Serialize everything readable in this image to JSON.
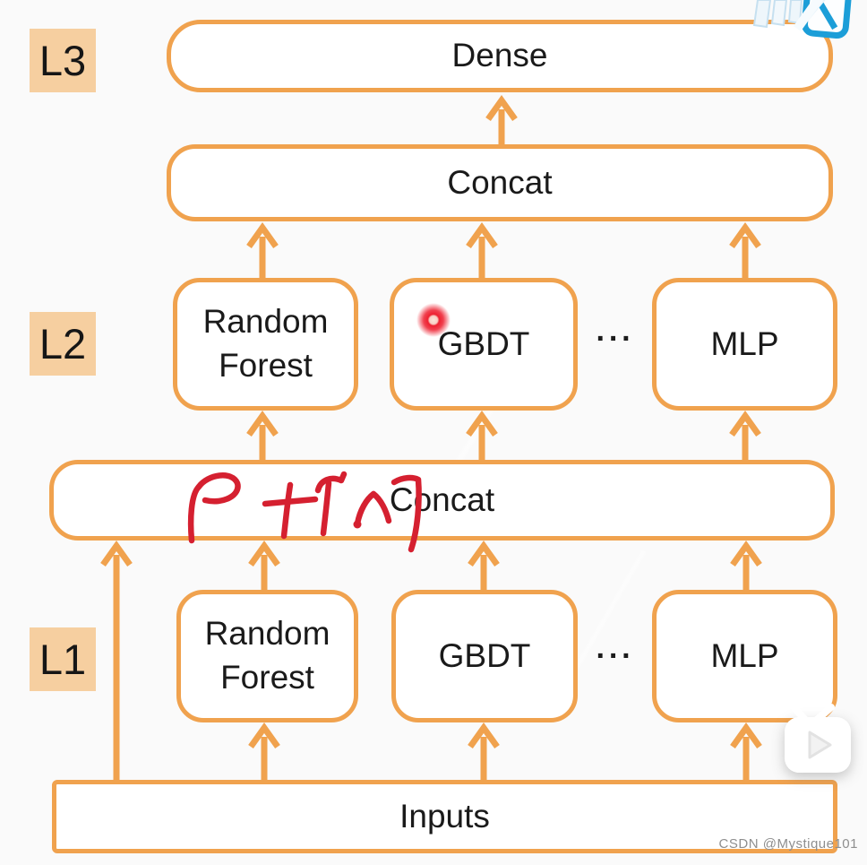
{
  "layers": {
    "l3": "L3",
    "l2": "L2",
    "l1": "L1"
  },
  "nodes": {
    "dense": "Dense",
    "concat_upper": "Concat",
    "concat_lower": "Concat",
    "inputs": "Inputs"
  },
  "l2_row": {
    "model1": "Random Forest",
    "model2": "GBDT",
    "ellipsis": "···",
    "model3": "MLP"
  },
  "l1_row": {
    "model1": "Random Forest",
    "model2": "GBDT",
    "ellipsis": "···",
    "model3": "MLP"
  },
  "watermark": "CSDN @Mystique101",
  "overlay": {
    "play_icon": "▶"
  },
  "colors": {
    "accent_orange": "#F0A24E",
    "layer_label_fill": "#F6CFA0",
    "pen_red": "#D52030",
    "laser_red": "#EE2030",
    "logo_blue": "#1C9ED8",
    "watermark_gray": "#8E8E8E",
    "text_black": "#1A1A1A"
  }
}
